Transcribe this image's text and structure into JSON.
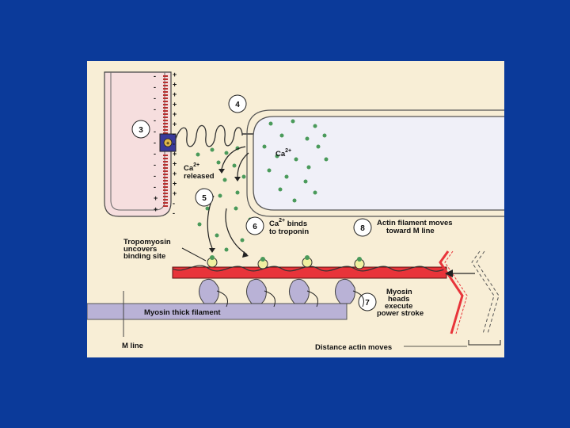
{
  "colors": {
    "background": "#0b3a9a",
    "panel": "#f8eed6",
    "cell": "#f6dede",
    "fiber": "#f0f0f8",
    "calcium": "#4a9a5a",
    "actin": "#e8343a",
    "myosin": "#b9b2d6",
    "receptor": "#3a3a9a"
  },
  "labels": {
    "ca_sr": "Ca",
    "ca_sr_charge": "2+",
    "ca_released_top": "Ca",
    "ca_released_charge": "2+",
    "ca_released_bottom": "released",
    "binds_top": "Ca",
    "binds_charge": "2+",
    "binds_word": " binds",
    "binds_bottom": "to troponin",
    "actin_moves_1": "Actin filament moves",
    "actin_moves_2": "toward M line",
    "tropomyosin_1": "Tropomyosin",
    "tropomyosin_2": "uncovers",
    "tropomyosin_3": "binding site",
    "myosin_heads_1": "Myosin",
    "myosin_heads_2": "heads",
    "myosin_heads_3": "execute",
    "myosin_heads_4": "power stroke",
    "myosin_filament": "Myosin thick filament",
    "m_line": "M line",
    "distance": "Distance actin moves"
  },
  "steps": [
    "3",
    "4",
    "5",
    "6",
    "7",
    "8"
  ],
  "membrane": {
    "outer_signs": [
      "-",
      "-",
      "-",
      "-",
      "-",
      "-",
      "-",
      "-",
      "-",
      "-",
      "-",
      "+",
      "+"
    ],
    "inner_signs": [
      "+",
      "+",
      "+",
      "+",
      "+",
      "+",
      "-",
      "-",
      "+",
      "+",
      "+",
      "+",
      "+",
      "-",
      "-"
    ],
    "receptor_icon": "voltage-sensor"
  }
}
